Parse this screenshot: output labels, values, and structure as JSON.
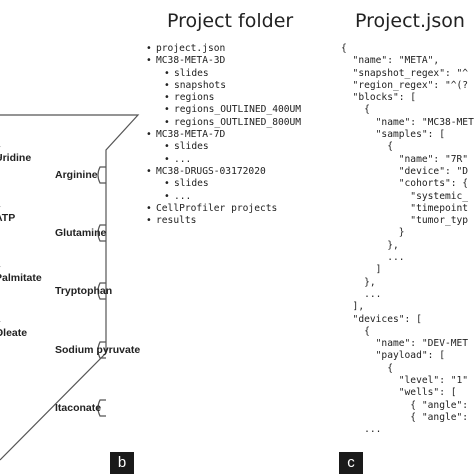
{
  "panel_a": {
    "left_labels": [
      "Uridine",
      "ATP",
      "Palmitate",
      "Oleate"
    ],
    "right_labels": [
      "Arginine",
      "Glutamine",
      "Tryptophan",
      "Sodium pyruvate",
      "Itaconate"
    ]
  },
  "panel_b": {
    "title": "Project folder",
    "tag": "b",
    "tree": [
      {
        "text": "project.json",
        "level": 0
      },
      {
        "text": "MC38-META-3D",
        "level": 0
      },
      {
        "text": "slides",
        "level": 1
      },
      {
        "text": "snapshots",
        "level": 1
      },
      {
        "text": "regions",
        "level": 1
      },
      {
        "text": "regions_OUTLINED_400UM",
        "level": 1
      },
      {
        "text": "regions_OUTLINED_800UM",
        "level": 1
      },
      {
        "text": "MC38-META-7D",
        "level": 0
      },
      {
        "text": "slides",
        "level": 1
      },
      {
        "text": "...",
        "level": 1
      },
      {
        "text": "MC38-DRUGS-03172020",
        "level": 0
      },
      {
        "text": "slides",
        "level": 1
      },
      {
        "text": "...",
        "level": 1
      },
      {
        "text": "CellProfiler projects",
        "level": 0
      },
      {
        "text": "results",
        "level": 0
      }
    ],
    "bullet": "•"
  },
  "panel_c": {
    "title": "Project.json",
    "tag": "c",
    "lines": [
      "{",
      "  \"name\": \"META\",",
      "  \"snapshot_regex\": \"^",
      "  \"region_regex\": \"^(?",
      "  \"blocks\": [",
      "    {",
      "      \"name\": \"MC38-MET",
      "      \"samples\": [",
      "        {",
      "          \"name\": \"7R\"",
      "          \"device\": \"D",
      "          \"cohorts\": {",
      "            \"systemic_",
      "            \"timepoint",
      "            \"tumor_typ",
      "          }",
      "        },",
      "        ...",
      "      ]",
      "    },",
      "    ...",
      "  ],",
      "  \"devices\": [",
      "    {",
      "      \"name\": \"DEV-MET",
      "      \"payload\": [",
      "        {",
      "          \"level\": \"1\"",
      "          \"wells\": [",
      "            { \"angle\": ",
      "            { \"angle\": ",
      "    ..."
    ]
  }
}
